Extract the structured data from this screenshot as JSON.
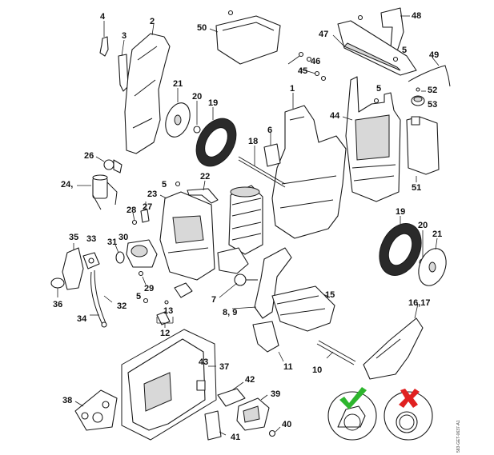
{
  "diagram": {
    "title": "Exploded parts diagram - pressure washer",
    "reference_code": "583-GET-0637-A1",
    "ok_color": "#2db52d",
    "not_ok_color": "#e02020",
    "ok_icon": "check-icon",
    "not_ok_icon": "cross-icon",
    "callouts": {
      "c1": "1",
      "c2": "2",
      "c3": "3",
      "c4": "4",
      "c5a": "5",
      "c5b": "5",
      "c5c": "5",
      "c5d": "5",
      "c6": "6",
      "c7": "7",
      "c89": "8, 9",
      "c10": "10",
      "c11": "11",
      "c12": "12",
      "c13": "13",
      "c15": "15",
      "c1617": "16,17",
      "c18": "18",
      "c19a": "19",
      "c19b": "19",
      "c20a": "20",
      "c20b": "20",
      "c21a": "21",
      "c21b": "21",
      "c22": "22",
      "c23": "23",
      "c24": "24,",
      "c26": "26",
      "c27": "27",
      "c28": "28",
      "c29": "29",
      "c30": "30",
      "c31": "31",
      "c32": "32",
      "c33": "33",
      "c34": "34",
      "c35": "35",
      "c36": "36",
      "c37": "37",
      "c38": "38",
      "c39": "39",
      "c40": "40",
      "c41": "41",
      "c42": "42",
      "c43": "43",
      "c44": "44",
      "c45": "45",
      "c46": "46",
      "c47": "47",
      "c48": "48",
      "c49": "49",
      "c50": "50",
      "c51": "51",
      "c52": "52",
      "c53": "53"
    }
  }
}
